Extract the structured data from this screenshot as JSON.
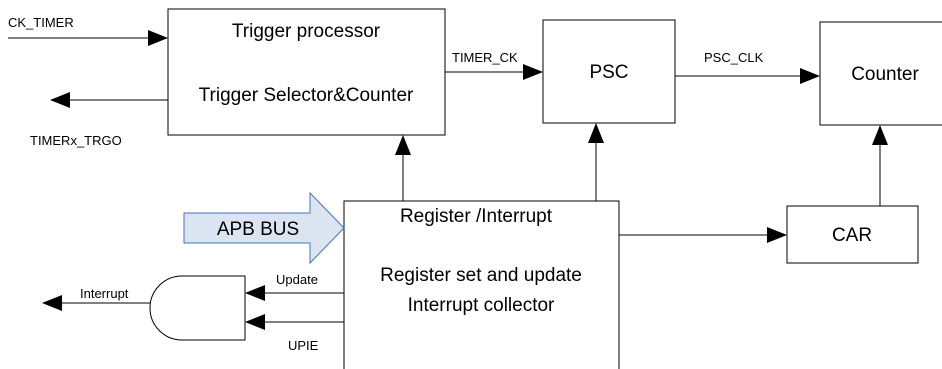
{
  "blocks": {
    "trigger": {
      "line1": "Trigger processor",
      "line2": "Trigger Selector&Counter"
    },
    "psc": {
      "label": "PSC"
    },
    "counter": {
      "label": "Counter"
    },
    "car": {
      "label": "CAR"
    },
    "register": {
      "title": "Register /Interrupt",
      "line1": "Register set and update",
      "line2": "Interrupt collector"
    }
  },
  "signals": {
    "ck_timer": "CK_TIMER",
    "trgo": "TIMERx_TRGO",
    "timer_ck": "TIMER_CK",
    "psc_clk": "PSC_CLK",
    "apb_bus": "APB BUS",
    "update": "Update",
    "upie": "UPIE",
    "interrupt": "Interrupt"
  },
  "colors": {
    "apb_fill": "#dbe5f1",
    "apb_stroke": "#4472c4"
  }
}
